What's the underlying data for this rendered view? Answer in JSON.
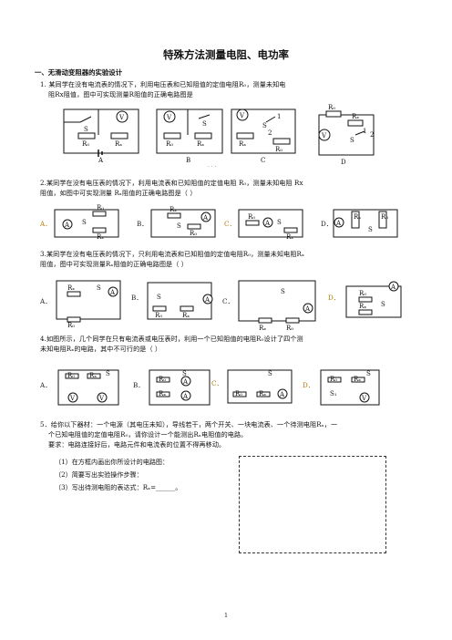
{
  "title": "特殊方法测量电阻、电功率",
  "section1": "一、无滑动变阻器的实验设计",
  "q1": {
    "line1": "1. 某同学在没有电流表的情况下，利用电压表和已知阻值的定值电阻R₀，测量未知电",
    "line2": "阻Rx阻值，图中可实现测量R阻值的正确电路图是",
    "options": [
      "A",
      "B",
      "C",
      "D"
    ]
  },
  "q2": {
    "line1": "2.某同学在没有电压表的情况下，利用电流表和已知阻值的定值电阻 R₀，测量未知电阻 Rx",
    "line2": "阻值，如图中可实现测量 Rₓ阻值的正确电路图是（      ）",
    "options": [
      "A．",
      "B．",
      "C．",
      "D．"
    ]
  },
  "q3": {
    "line1": "3.某同学在没有电压表的情况下，只利用电流表和已知阻值的定值电阻R₀，测量未知电阻Rₓ",
    "line2": "阻值，图中可实现测量Rₓ阻值的正确电路图是（      ）",
    "options": [
      "A．",
      "B．",
      "C．",
      "D．"
    ]
  },
  "q4": {
    "line1": "4.如图所示，几个同学在只有电流表或电压表时，利用一个已知阻值的电阻R₀设计了四个测",
    "line2": "未知电阻Rₓ的电路，其中不可行的是（      ）",
    "options": [
      "A．",
      "B．",
      "C．",
      "D．"
    ]
  },
  "q5": {
    "line1": "5．给你以下器材：一个电源（其电压未知），导线若干，两个开关、一块电流表、一个待测电阻Rₓ，一",
    "line2": "个已知电阻值的定值电阻R₀，请你设计一个能测出Rₓ电阻值的电路。",
    "line3": "要求：电路连接好后，电路元件和电流表的位置不得再移动。",
    "steps": [
      "（1）在方框内画出你所设计的电路图：",
      "（2）简要写出实验操作步骤：",
      "（3）写出待测电阻的表达式：Rₓ=______。"
    ]
  },
  "labels": {
    "S": "S",
    "R0": "R₀",
    "Rx": "Rₓ",
    "V": "V",
    "A": "A",
    "S1": "S₁",
    "one": "1",
    "two": "2"
  },
  "page_number": "1"
}
